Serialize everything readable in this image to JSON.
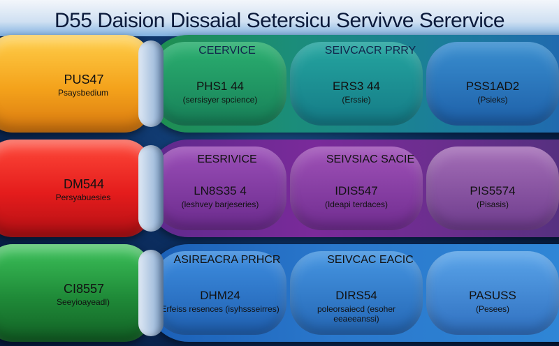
{
  "title": "D55 Daision Dissaial Setersicu Servivve Serervice",
  "rows": [
    {
      "left": {
        "code": "PUS47",
        "sub": "Psaysbedium",
        "color": "#f4a21b"
      },
      "headers": [
        "CEERVICE",
        "SEIVCACR PRRY"
      ],
      "cells": [
        {
          "title": "PHS1 44",
          "sub": "(sersisyer spcience)"
        },
        {
          "title": "ERS3 44",
          "sub": "(Erssie)"
        },
        {
          "title": "PSS1AD2",
          "sub": "(Psieks)"
        }
      ],
      "band_color": "#1d8a6b"
    },
    {
      "left": {
        "code": "DM544",
        "sub": "Persyabuesies",
        "color": "#e41c1c"
      },
      "headers": [
        "EESRIVICE",
        "SEIVSIAC SACIE"
      ],
      "cells": [
        {
          "title": "LN8S35 4",
          "sub": "(leshvey barjeseries)"
        },
        {
          "title": "IDIS547",
          "sub": "(Ideapi terdaces)"
        },
        {
          "title": "PIS5574",
          "sub": "(Pisasis)"
        }
      ],
      "band_color": "#7a2a8f"
    },
    {
      "left": {
        "code": "CI8557",
        "sub": "Seeyioayeadl)",
        "color": "#1f8a38"
      },
      "headers": [
        "ASIREACRA PRHCR",
        "SEIVCAC EACIC"
      ],
      "cells": [
        {
          "title": "DHM24",
          "sub": "Erfeiss resences (isyhssseirres)"
        },
        {
          "title": "DIRS54",
          "sub": "poleorsaiecd (esoher eeaeeanssi)"
        },
        {
          "title": "PASUSS",
          "sub": "(Pesees)"
        }
      ],
      "band_color": "#1d5fb6"
    }
  ]
}
